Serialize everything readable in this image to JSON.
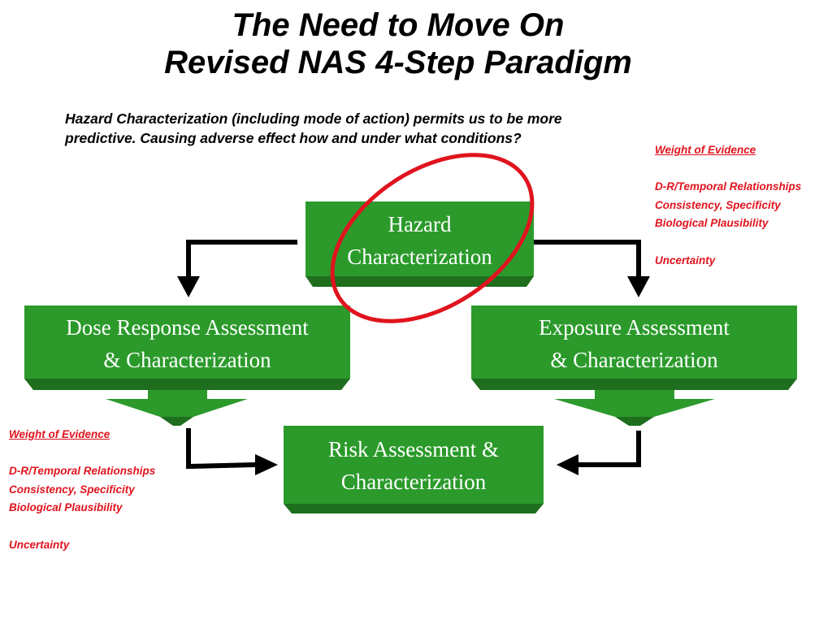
{
  "title": {
    "line1": "The Need to Move On",
    "line2": "Revised NAS 4-Step Paradigm"
  },
  "intro_text": "Hazard Characterization (including mode of action) permits us to be more predictive. Causing adverse effect how and under what conditions?",
  "boxes": {
    "hazard": {
      "line1": "Hazard",
      "line2": "Characterization"
    },
    "dose_response": {
      "line1": "Dose Response Assessment",
      "line2": "& Characterization"
    },
    "exposure": {
      "line1": "Exposure Assessment",
      "line2": "& Characterization"
    },
    "risk": {
      "line1": "Risk Assessment &",
      "line2": "Characterization"
    }
  },
  "notes_right": {
    "heading": "Weight of Evidence",
    "items": [
      "D-R/Temporal Relationships",
      "Consistency, Specificity",
      "Biological  Plausibility"
    ],
    "footer": "Uncertainty"
  },
  "notes_left": {
    "heading": "Weight of Evidence",
    "items": [
      "D-R/Temporal Relationships",
      "Consistency, Specificity",
      "Biological  Plausibility"
    ],
    "footer": "Uncertainty"
  },
  "colors": {
    "box_face": "#2b9a2b",
    "box_shadow": "#1e6e1e",
    "box_bevel": "#5cc05c",
    "highlight_ellipse": "#e0141e",
    "connector": "#000000",
    "note_text": "#e0141e"
  }
}
